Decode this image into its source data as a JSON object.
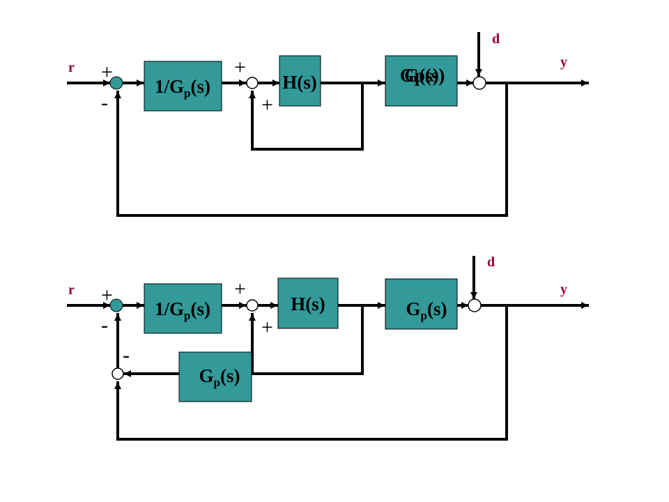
{
  "colors": {
    "block_fill": "#339999",
    "signal_label": "#990033",
    "wire": "#000000",
    "background": "#ffffff"
  },
  "top": {
    "signals": {
      "reference": "r",
      "disturbance": "d",
      "output": "y"
    },
    "signs": {
      "sum1_plus": "+",
      "sum1_minus": "-",
      "sum2_plus_top": "+",
      "sum2_plus_bottom": "+"
    },
    "blocks": {
      "inverse_model": {
        "base": "1/G",
        "sub": "p",
        "tail": "(s)"
      },
      "filter": {
        "base": "H(s)"
      },
      "plant": {
        "text_a": "G(s)",
        "text_b": "Gp(s)"
      }
    }
  },
  "bottom": {
    "signals": {
      "reference": "r",
      "disturbance": "d",
      "output": "y"
    },
    "signs": {
      "sum1_plus": "+",
      "sum1_minus": "-",
      "sum2_plus_top": "+",
      "sum2_plus_bottom": "+",
      "model_sum_minus": "-"
    },
    "blocks": {
      "inverse_model": {
        "base": "1/G",
        "sub": "p",
        "tail": "(s)"
      },
      "filter": {
        "base": "H(s)"
      },
      "plant": {
        "base": "G",
        "sub": "p",
        "tail": "(s)"
      },
      "model": {
        "base": "G",
        "sub": "p",
        "tail": "(s)"
      }
    }
  }
}
